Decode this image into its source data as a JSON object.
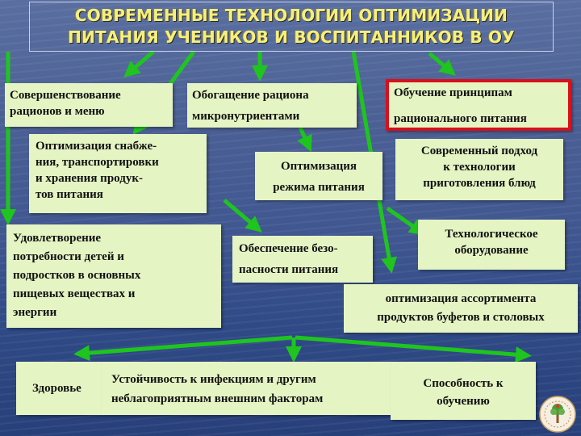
{
  "title": {
    "line1": "СОВРЕМЕННЫЕ ТЕХНОЛОГИИ ОПТИМИЗАЦИИ",
    "line2": "ПИТАНИЯ УЧЕНИКОВ И ВОСПИТАННИКОВ В ОУ"
  },
  "boxes": {
    "menu": {
      "line1": "Совершенствование",
      "line2": "рационов и меню"
    },
    "micronutrients": {
      "line1": "Обогащение рациона",
      "line2": "микронутриентами"
    },
    "principles": {
      "line1": "Обучение принципам",
      "line2": "рационального питания"
    },
    "supply": {
      "line1": "Оптимизация снабже-",
      "line2": "ния, транспортировки",
      "line3": "и хранения продук-",
      "line4": "тов питания"
    },
    "regime": {
      "line1": "Оптимизация",
      "line2": "режима питания"
    },
    "modern": {
      "line1": "Современный подход",
      "line2": "к технологии",
      "line3": "приготовления блюд"
    },
    "needs": {
      "line1": "Удовлетворение",
      "line2": "потребности детей и",
      "line3": "подростков в основных",
      "line4": "пищевых веществах и",
      "line5": "энергии"
    },
    "safety": {
      "line1": "Обеспечение безо-",
      "line2": "пасности питания"
    },
    "equipment": {
      "line1": "Технологическое",
      "line2": "оборудование"
    },
    "assortment": {
      "line1": "оптимизация ассортимента",
      "line2": "продуктов буфетов и столовых"
    },
    "health": {
      "text": "Здоровье"
    },
    "resistance": {
      "line1": "Устойчивость к инфекциям и другим",
      "line2": "неблагоприятным внешним факторам"
    },
    "learning": {
      "line1": "Способность к",
      "line2": "обучению"
    }
  },
  "colors": {
    "title_text": "#f7ef7a",
    "box_fill": "#e5f4c3",
    "arrow": "#1fc41f",
    "highlight_border": "#d8101c"
  },
  "icons": [
    "school-logo-icon"
  ]
}
